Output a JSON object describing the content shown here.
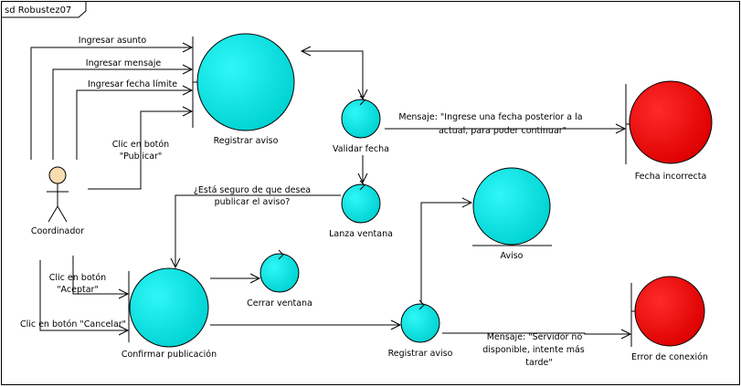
{
  "frame": {
    "title": "sd Robustez07"
  },
  "actor": {
    "name": "Coordinador"
  },
  "nodes": {
    "registrar_aviso_boundary": "Registrar aviso",
    "validar_fecha": "Validar fecha",
    "fecha_incorrecta": "Fecha incorrecta",
    "lanza_ventana": "Lanza ventana",
    "aviso": "Aviso",
    "confirmar_publicacion": "Confirmar publicación",
    "cerrar_ventana": "Cerrar ventana",
    "registrar_aviso_control": "Registrar aviso",
    "error_conexion": "Error de conexión"
  },
  "messages": {
    "ingresar_asunto": "Ingresar asunto",
    "ingresar_mensaje": "Ingresar mensaje",
    "ingresar_fecha": "Ingresar fecha límite",
    "clic_publicar_1": "Clic en botón",
    "clic_publicar_2": "\"Publicar\"",
    "msg_fecha_1": "Mensaje: \"Ingrese una fecha posterior a la",
    "msg_fecha_2": "actual, para poder continuar\"",
    "seguro_1": "¿Está seguro de que desea",
    "seguro_2": "publicar el aviso?",
    "clic_aceptar_1": "Clic en botón",
    "clic_aceptar_2": "\"Aceptar\"",
    "clic_cancelar": "Clic en botón \"Cancelar\"",
    "msg_servidor_1": "Mensaje: \"Servidor no",
    "msg_servidor_2": "disponible, intente más",
    "msg_servidor_3": "tarde\""
  },
  "colors": {
    "control_fill": "#00e5e5",
    "error_fill": "#ee0000",
    "actor_head": "#f8dcb0"
  }
}
